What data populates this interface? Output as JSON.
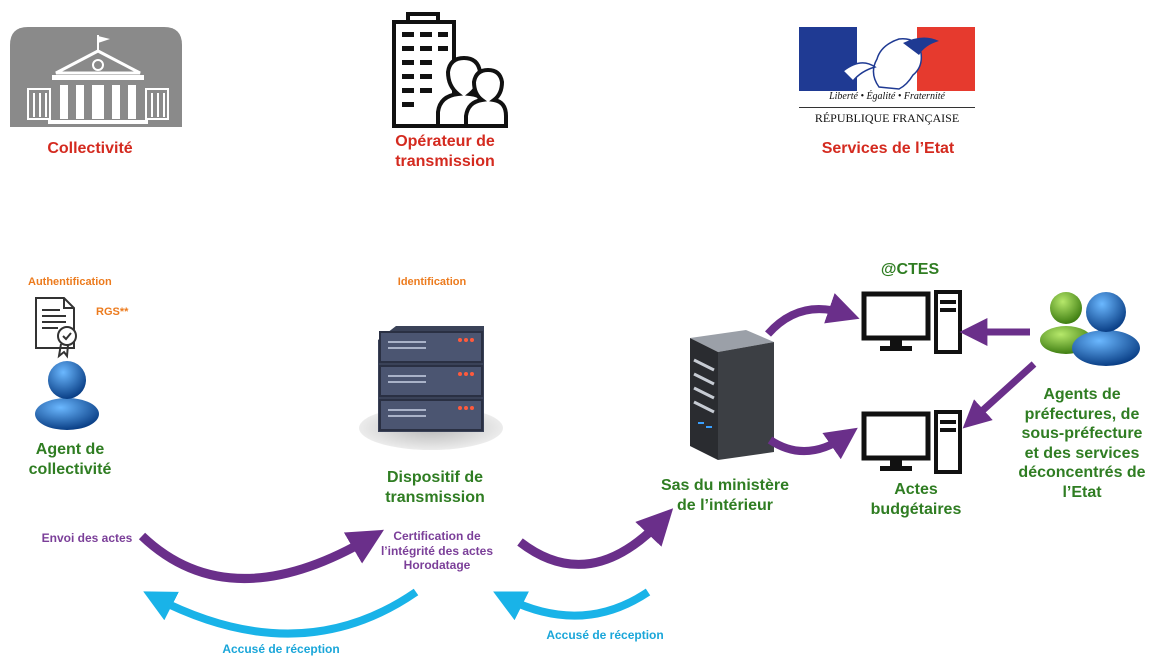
{
  "header": {
    "collectivite": "Collectivité",
    "operateur": "Opérateur de\ntransmission",
    "services_etat": "Services de l’Etat"
  },
  "marianne": {
    "motto": "Liberté • Égalité • Fraternité",
    "republic": "RÉPUBLIQUE FRANÇAISE"
  },
  "nodes": {
    "authentification": "Authentification",
    "rgs": "RGS**",
    "agent_collectivite": "Agent de\ncollectivité",
    "identification": "Identification",
    "dispositif": "Dispositif de\ntransmission",
    "sas": "Sas du ministère\nde l’intérieur",
    "ctes": "@CTES",
    "actes_budgetaires": "Actes\nbudgétaires",
    "agents_prefectures": "Agents de\npréfectures, de\nsous-préfecture\net des services\ndéconcentrés de\nl’Etat"
  },
  "flows": {
    "envoi": "Envoi des actes",
    "certification": "Certification de\nl’intégrité des actes\nHorodatage",
    "accuse1": "Accusé de réception",
    "accuse2": "Accusé de réception"
  },
  "colors": {
    "red": "#d42a1f",
    "green": "#2f7d22",
    "orange": "#ec7b1e",
    "purple": "#7b3f99",
    "cyan": "#1aa6d9",
    "arrow_purple": "#6a2f8a"
  }
}
